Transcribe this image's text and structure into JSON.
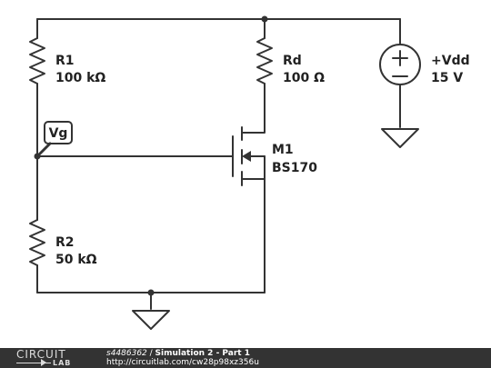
{
  "components": {
    "r1": {
      "name": "R1",
      "value": "100 kΩ"
    },
    "rd": {
      "name": "Rd",
      "value": "100 Ω"
    },
    "r2": {
      "name": "R2",
      "value": "50 kΩ"
    },
    "m1": {
      "name": "M1",
      "value": "BS170"
    },
    "vdd": {
      "name": "+Vdd",
      "value": "15 V"
    },
    "probe": {
      "label": "Vg"
    }
  },
  "footer": {
    "logo_top": "CIRCUIT",
    "logo_bottom": "LAB",
    "user": "s4486362",
    "separator": " / ",
    "title": "Simulation 2 - Part 1",
    "url": "http://circuitlab.com/cw28p98xz356u"
  },
  "colors": {
    "wire": "#333333",
    "footer_bg": "#333333",
    "text": "#222222"
  }
}
